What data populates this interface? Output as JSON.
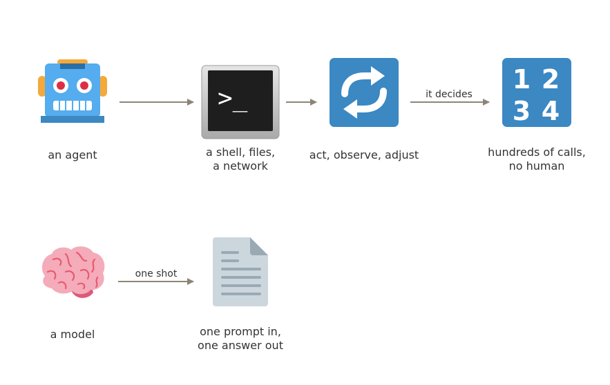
{
  "nodes": {
    "agent": {
      "icon": "robot-icon",
      "caption": [
        "an agent"
      ]
    },
    "shell": {
      "icon": "terminal-icon",
      "caption": [
        "a shell, files,",
        "a network"
      ]
    },
    "loop": {
      "icon": "repeat-icon",
      "caption": [
        "act, observe, adjust"
      ]
    },
    "calls": {
      "icon": "numbers-1234-icon",
      "caption": [
        "hundreds of calls,",
        "no human"
      ]
    },
    "model": {
      "icon": "brain-icon",
      "caption": [
        "a model"
      ]
    },
    "document": {
      "icon": "document-icon",
      "caption": [
        "one prompt in,",
        "one answer out"
      ]
    }
  },
  "edges": {
    "agent_to_shell": {
      "label": ""
    },
    "shell_to_loop": {
      "label": ""
    },
    "loop_to_calls": {
      "label": "it decides"
    },
    "model_to_document": {
      "label": "one shot"
    }
  },
  "icon_glyphs": {
    "prompt": ">_",
    "numbers": [
      "1",
      "2",
      "3",
      "4"
    ]
  },
  "colors": {
    "arrow": "#8c8577",
    "tile_blue": "#3b88c3",
    "robot_body": "#55acee",
    "robot_ears": "#f4a93b",
    "brain_pink": "#f2a0b4",
    "document_gray": "#ccd6dd"
  }
}
